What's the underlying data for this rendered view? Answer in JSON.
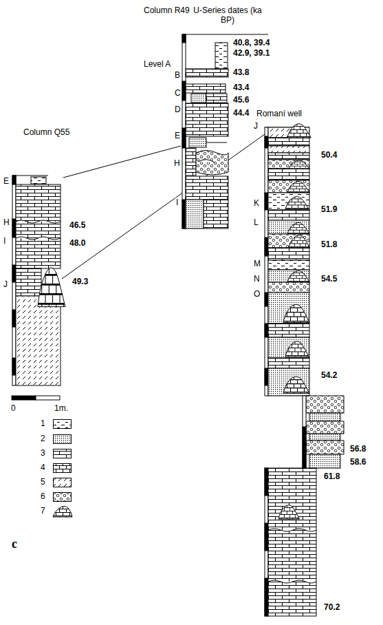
{
  "diagram": {
    "labels": [
      "Column R49",
      "U-Series dates (ka BP)",
      "Level A",
      "B",
      "C",
      "D",
      "E",
      "H",
      "I",
      "40.8, 39.4",
      "42.9, 39.1",
      "43.8",
      "43.4",
      "45.6",
      "44.4",
      "Column Q55",
      "E",
      "H",
      "I",
      "J",
      "46.5",
      "48.0",
      "49.3",
      "Romaní well",
      "J",
      "K",
      "L",
      "M",
      "N",
      "O",
      "50.4",
      "51.9",
      "51.8",
      "54.5",
      "54.2",
      "56.8",
      "58.6",
      "61.8",
      "70.2",
      "0",
      "1m.",
      "c"
    ],
    "legend": [
      {
        "text": "1"
      },
      {
        "text": "2"
      },
      {
        "text": "3"
      },
      {
        "text": "4"
      },
      {
        "text": "5"
      },
      {
        "text": "6"
      },
      {
        "text": "7"
      }
    ]
  }
}
